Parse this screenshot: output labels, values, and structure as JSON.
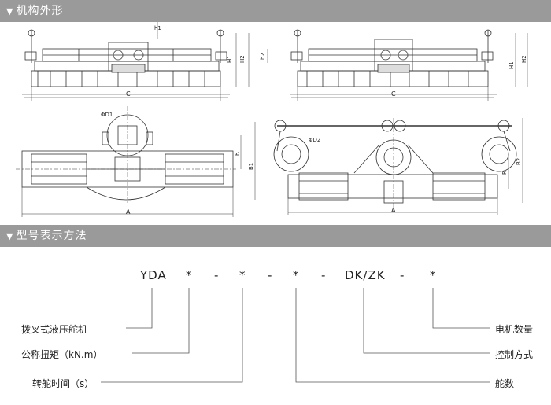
{
  "sections": {
    "outline_title": "机构外形",
    "model_title": "型号表示方法"
  },
  "drawing_labels": {
    "h1": "h1",
    "h2": "h2",
    "H1": "H1",
    "H2": "H2",
    "C": "C",
    "D1": "ΦD1",
    "D2": "ΦD2",
    "R": "R",
    "B1": "B1",
    "B2": "B2",
    "A": "A"
  },
  "model_code": {
    "prefix": "YDA",
    "sep": "-",
    "star": "*",
    "dkzk": "DK/ZK"
  },
  "legend": {
    "left": [
      "拨叉式液压舵机",
      "公称扭矩（kN.m）",
      "转舵时间（s）"
    ],
    "right": [
      "电机数量",
      "控制方式",
      "舵数"
    ]
  }
}
